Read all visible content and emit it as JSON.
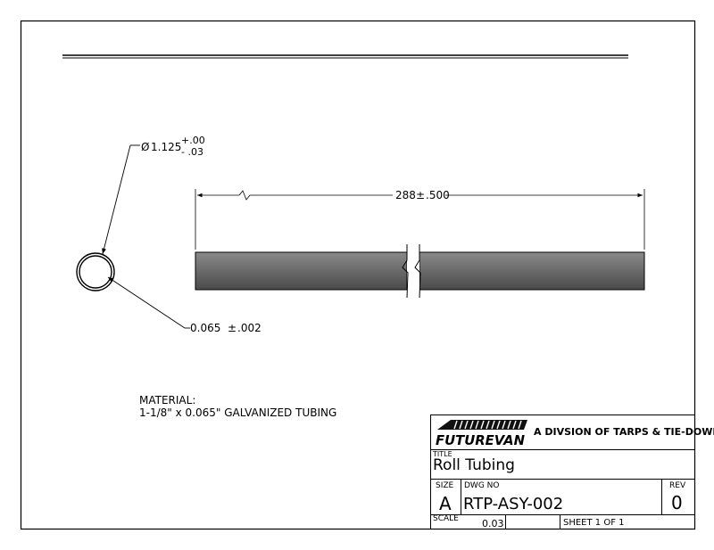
{
  "dimensions": {
    "diameter": {
      "symbol": "Ø",
      "nominal": "1.125",
      "tol_upper": "+.00",
      "tol_lower": "- .03"
    },
    "wall": {
      "nominal": "0.065",
      "pm": "±",
      "tol": ".002"
    },
    "length": {
      "nominal": "288",
      "pm": "±",
      "tol": ".500"
    }
  },
  "material": {
    "heading": "MATERIAL:",
    "description": "1-1/8\" x 0.065\" GALVANIZED TUBING"
  },
  "title_block": {
    "company_logo_text": "FUTUREVAN",
    "company_division": "A DIVSION OF TARPS & TIE-DOWNS",
    "title_label": "TITLE",
    "title": "Roll Tubing",
    "size_label": "SIZE",
    "size": "A",
    "dwg_no_label": "DWG NO",
    "dwg_no": "RTP-ASY-002",
    "rev_label": "REV",
    "rev": "0",
    "scale_label": "SCALE",
    "scale": "0.03",
    "sheet_text": "SHEET 1  OF 1"
  },
  "colors": {
    "tube_fill_top": "#8a8a8a",
    "tube_fill_bottom": "#4a4a4a",
    "line": "#000000"
  }
}
